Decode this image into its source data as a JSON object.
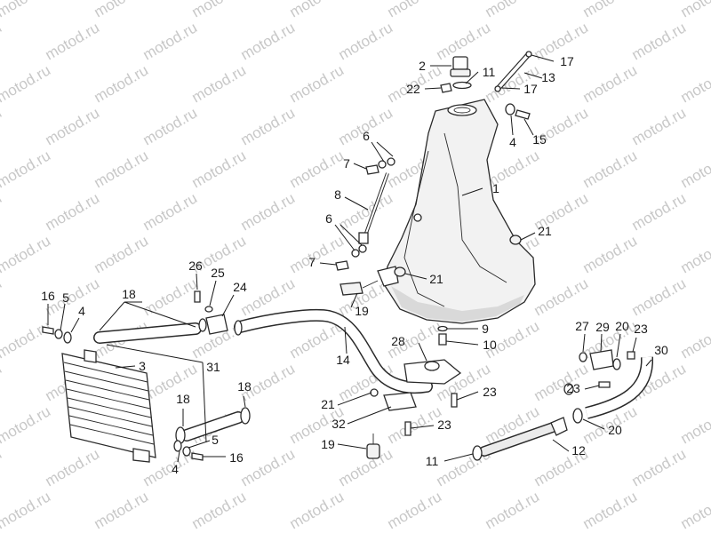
{
  "watermark": "motod.ru",
  "callouts": {
    "c1": "1",
    "c2": "2",
    "c3": "3",
    "c4a": "4",
    "c4b": "4",
    "c4c": "4",
    "c5a": "5",
    "c5b": "5",
    "c6a": "6",
    "c6b": "6",
    "c7a": "7",
    "c7b": "7",
    "c8": "8",
    "c9": "9",
    "c10": "10",
    "c11a": "11",
    "c11b": "11",
    "c12": "12",
    "c13": "13",
    "c14": "14",
    "c15": "15",
    "c16a": "16",
    "c16b": "16",
    "c17a": "17",
    "c17b": "17",
    "c18a": "18",
    "c18b": "18",
    "c18c": "18",
    "c19a": "19",
    "c19b": "19",
    "c20a": "20",
    "c20b": "20",
    "c21a": "21",
    "c21b": "21",
    "c21c": "21",
    "c22": "22",
    "c23a": "23",
    "c23b": "23",
    "c23c": "23",
    "c23d": "23",
    "c24": "24",
    "c25": "25",
    "c26": "26",
    "c27": "27",
    "c28": "28",
    "c29": "29",
    "c30": "30",
    "c31": "31",
    "c32": "32"
  }
}
